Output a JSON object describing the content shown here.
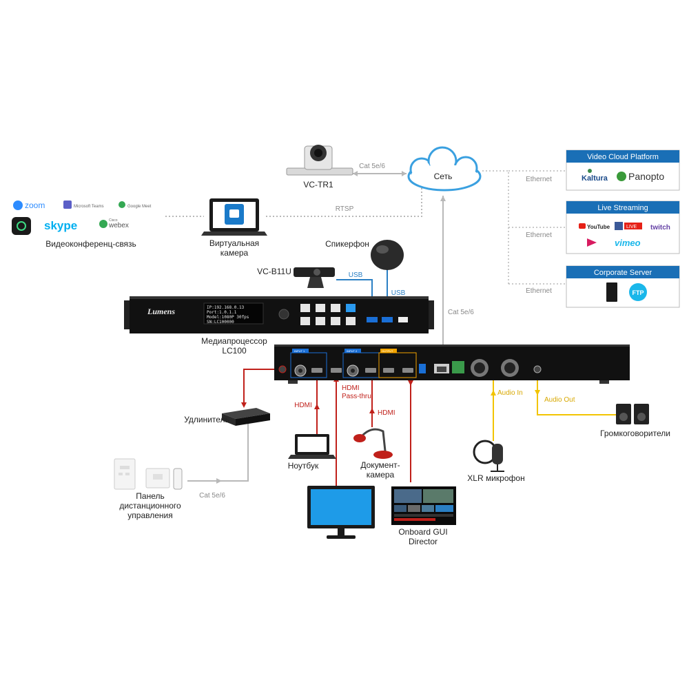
{
  "network": {
    "cloud_label": "Сеть",
    "cat_top": "Cat 5e/6",
    "cat_vertical": "Cat 5e/6",
    "rtsp": "RTSP",
    "ethernet_1": "Ethernet",
    "ethernet_2": "Ethernet",
    "ethernet_3": "Ethernet"
  },
  "devices": {
    "vc_tr1": "VC-TR1",
    "virtual_camera": [
      "Виртуальная",
      "камера"
    ],
    "speakerphone": "Спикерфон",
    "vc_b11u": "VC-B11U",
    "usb_1": "USB",
    "usb_2": "USB",
    "media_processor": [
      "Медиапроцессор",
      "LC100"
    ],
    "front_brand": "Lumens",
    "front_screen": [
      "IP:192.168.0.13",
      "Port:1.0.1.1",
      "Model:1080P 30fps",
      "SN:LC100000"
    ],
    "extender": "Удлинитель",
    "remote_panel": [
      "Панель",
      "дистанционного",
      "управления"
    ],
    "cat_bottom": "Cat 5e/6",
    "laptop": "Ноутбук",
    "hdmi_1": "HDMI",
    "hdmi_passthru": [
      "HDMI",
      "Pass-thru"
    ],
    "hdmi_2": "HDMI",
    "doc_camera": [
      "Документ-",
      "камера"
    ],
    "onboard_gui": [
      "Onboard GUI",
      "Director"
    ],
    "audio_in": "Audio In",
    "audio_out": "Audio Out",
    "xlr_mic": "XLR микрофон",
    "speakers": "Громкоговорители"
  },
  "conferencing": {
    "label": "Видеоконференц-связь",
    "zoom": "zoom",
    "teams": "Microsoft Teams",
    "meet": "Google Meet",
    "skype": "skype",
    "webex": "webex",
    "webex_prefix": "Cisco"
  },
  "platforms": {
    "video_cloud": {
      "title": "Video Cloud Platform",
      "items": [
        "Kaltura",
        "Panopto"
      ]
    },
    "live_streaming": {
      "title": "Live Streaming",
      "items": [
        "YouTube",
        "LIVE",
        "twitch",
        "vimeo"
      ]
    },
    "corporate_server": {
      "title": "Corporate Server",
      "items": [
        "FTP"
      ]
    }
  },
  "colors": {
    "blue": "#2a7fc4",
    "red": "#c0201a",
    "yellow": "#f2c400",
    "gray_line": "#b8b8b8",
    "header_blue": "#1a6fb6"
  }
}
